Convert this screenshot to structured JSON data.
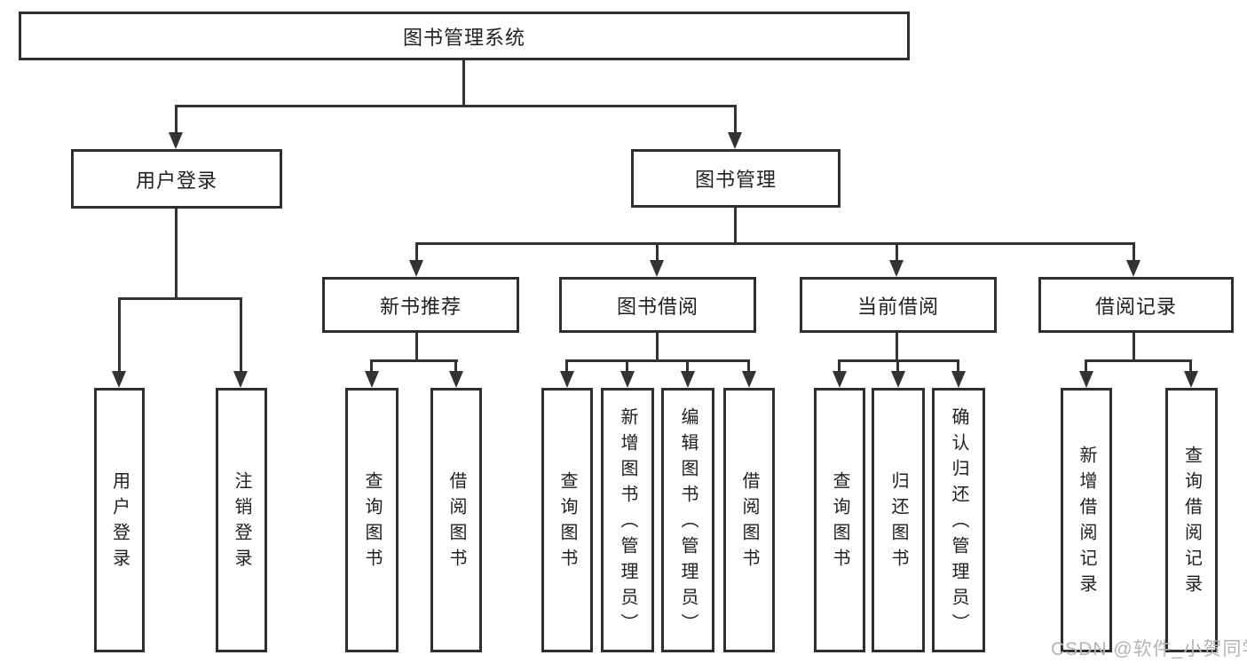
{
  "diagram": {
    "root": {
      "label": "图书管理系统"
    },
    "level2": [
      {
        "label": "用户登录"
      },
      {
        "label": "图书管理"
      }
    ],
    "level3": [
      {
        "label": "新书推荐"
      },
      {
        "label": "图书借阅"
      },
      {
        "label": "当前借阅"
      },
      {
        "label": "借阅记录"
      }
    ],
    "leaves": {
      "user_login": [
        "用户登录",
        "注销登录"
      ],
      "new_book": [
        "查询图书",
        "借阅图书"
      ],
      "book_borrow": [
        "查询图书",
        "新增图书（管理员）",
        "编辑图书（管理员）",
        "借阅图书"
      ],
      "current_borrow": [
        "查询图书",
        "归还图书",
        "确认归还（管理员）"
      ],
      "borrow_records": [
        "新增借阅记录",
        "查询借阅记录"
      ]
    },
    "colors": {
      "line": "#333333",
      "box_border": "#2e2e2e",
      "text": "#1f1f1f",
      "background": "#ffffff",
      "watermark": "#b4b4b4"
    }
  },
  "watermark": {
    "text": "CSDN @软件_小贺同学"
  }
}
